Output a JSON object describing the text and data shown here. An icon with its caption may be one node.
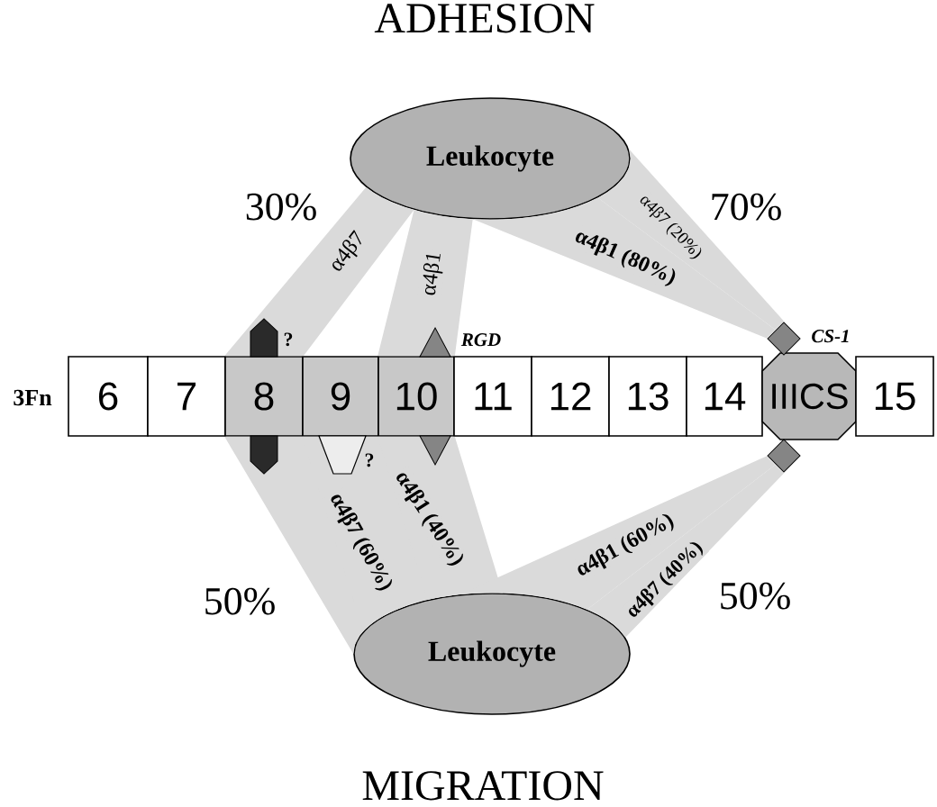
{
  "diagram": {
    "nodes": [
      {
        "text": [
          "Leukocyte"
        ]
      },
      {
        "text": [
          "6"
        ]
      },
      {
        "text": [
          "7"
        ]
      },
      {
        "text": [
          "8"
        ]
      },
      {
        "text": [
          "9"
        ]
      },
      {
        "text": [
          "10"
        ]
      },
      {
        "text": [
          "11"
        ]
      },
      {
        "text": [
          "12"
        ]
      },
      {
        "text": [
          "13"
        ]
      },
      {
        "text": [
          "14"
        ]
      },
      {
        "text": [
          "IIICS"
        ]
      },
      {
        "text": [
          "15"
        ]
      },
      {
        "text": [
          "Leukocyte"
        ]
      }
    ],
    "edges": [
      {
        "from": 0,
        "to": 3,
        "arrow": "none",
        "label": "α4β7"
      },
      {
        "from": 0,
        "to": 5,
        "arrow": "none",
        "label": "α4β1"
      },
      {
        "from": 0,
        "to": 10,
        "arrow": "none",
        "label": "α4β1 (80%)"
      },
      {
        "from": 0,
        "to": 10,
        "arrow": "none",
        "label": "α4β7 (20%)"
      },
      {
        "from": 3,
        "to": 12,
        "arrow": "none"
      },
      {
        "from": 4,
        "to": 12,
        "arrow": "none",
        "label": "α4β7 (60%)"
      },
      {
        "from": 5,
        "to": 12,
        "arrow": "none",
        "label": "α4β1 (40%)"
      },
      {
        "from": 10,
        "to": 12,
        "arrow": "none",
        "label": "α4β1 (60%)"
      },
      {
        "from": 10,
        "to": 12,
        "arrow": "none",
        "label": "α4β7 (40%)"
      }
    ],
    "labels": [
      "ADHESION",
      "30%",
      "70%",
      "?",
      "RGD",
      "CS-1",
      "3Fn",
      "?",
      "50%",
      "50%",
      "MIGRATION"
    ]
  }
}
